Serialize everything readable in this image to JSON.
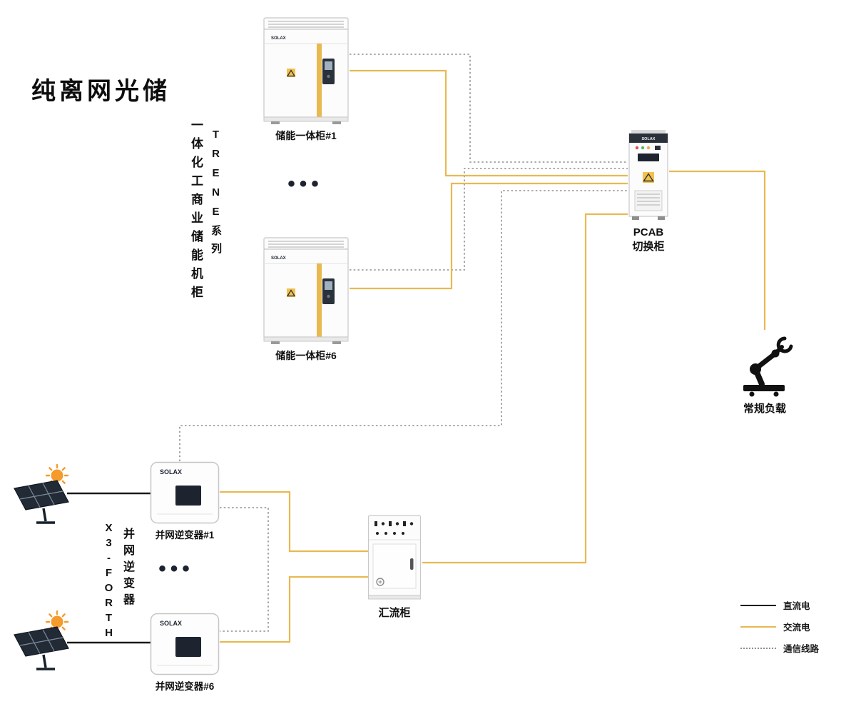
{
  "title": "纯离网光储",
  "brand": {
    "logo": "SOLAX"
  },
  "colors": {
    "dc": "#1a1a1a",
    "ac": "#e8b951",
    "comm": "#8f8f8f",
    "warn": "#f2c14e",
    "sun": "#f49b2b",
    "dark": "#1d2430"
  },
  "storage_group": {
    "vertical_label_cn": "一体化工商业储能机柜",
    "vertical_label_series": "TRENE系列",
    "ellipsis": "•••",
    "cabinets": [
      {
        "label": "储能一体柜#1"
      },
      {
        "label": "储能一体柜#6"
      }
    ]
  },
  "pcab": {
    "name_line1": "PCAB",
    "name_line2": "切换柜"
  },
  "load": {
    "label": "常规负载"
  },
  "pv_group": {
    "vertical_label_model": "X3-FORTH",
    "vertical_label_cn": "并网逆变器",
    "ellipsis": "•••",
    "inverters": [
      {
        "label": "并网逆变器#1"
      },
      {
        "label": "并网逆变器#6"
      }
    ]
  },
  "combiner": {
    "label": "汇流柜"
  },
  "legend": {
    "items": [
      {
        "type": "dc",
        "label": "直流电"
      },
      {
        "type": "ac",
        "label": "交流电"
      },
      {
        "type": "comm",
        "label": "通信线路"
      }
    ]
  }
}
